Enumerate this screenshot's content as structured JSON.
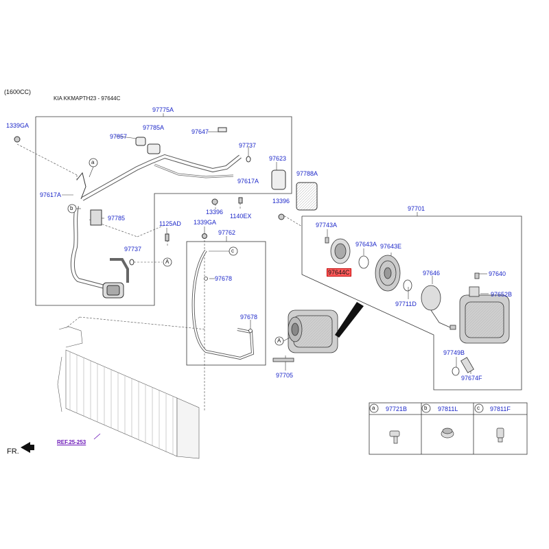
{
  "header": {
    "engine": "(1600CC)",
    "breadcrumb": "KIA KKMAPTH23 - 97644C"
  },
  "group_labels": {
    "g97775A": "97775A",
    "g97762": "97762",
    "g97701": "97701"
  },
  "parts": {
    "p1339GA_top": "1339GA",
    "p97785A": "97785A",
    "p97857": "97857",
    "p97647": "97647",
    "p97737_top": "97737",
    "p97623": "97623",
    "p97617A_left": "97617A",
    "p97617A_right": "97617A",
    "p97788A": "97788A",
    "p97785": "97785",
    "p13396_mid": "13396",
    "p1140EX": "1140EX",
    "p13396_right": "13396",
    "p1125AD": "1125AD",
    "p1339GA_mid": "1339GA",
    "p97737_low": "97737",
    "p97678_a": "97678",
    "p97678_b": "97678",
    "p97705": "97705",
    "p97743A": "97743A",
    "p97643A": "97643A",
    "p97643E": "97643E",
    "p97644C": "97644C",
    "p97646": "97646",
    "p97711D": "97711D",
    "p97640": "97640",
    "p97652B": "97652B",
    "p97749B": "97749B",
    "p97674F": "97674F"
  },
  "callouts": {
    "a": "a",
    "b": "b",
    "c": "c",
    "A": "A"
  },
  "legend": {
    "a_letter": "a",
    "a_part": "97721B",
    "b_letter": "b",
    "b_part": "97811L",
    "c_letter": "c",
    "c_part": "97811F"
  },
  "reference": "REF.25-253",
  "direction": "FR.",
  "highlight_color": "#ff5c5c",
  "label_color": "#1a25c8"
}
